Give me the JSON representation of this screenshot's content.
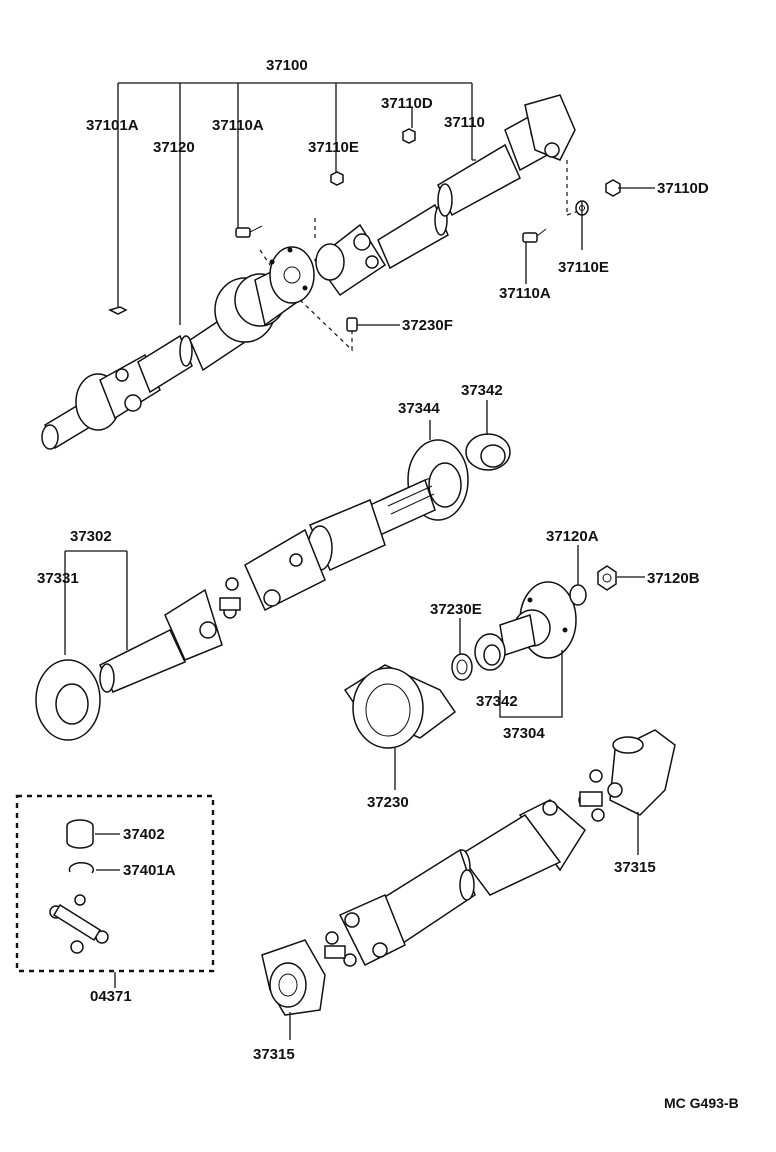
{
  "diagram": {
    "labels": {
      "p37100": "37100",
      "p37101A": "37101A",
      "p37120": "37120",
      "p37110A_top": "37110A",
      "p37110E_top": "37110E",
      "p37110D_top": "37110D",
      "p37110": "37110",
      "p37110D_right": "37110D",
      "p37110E_right": "37110E",
      "p37110A_right": "37110A",
      "p37230F": "37230F",
      "p37344": "37344",
      "p37342_top": "37342",
      "p37302": "37302",
      "p37331": "37331",
      "p37120A": "37120A",
      "p37120B": "37120B",
      "p37230E": "37230E",
      "p37342_mid": "37342",
      "p37304": "37304",
      "p37230": "37230",
      "p37402": "37402",
      "p37401A": "37401A",
      "p04371": "04371",
      "p37315_right": "37315",
      "p37315_bottom": "37315",
      "code": "MC G493-B"
    }
  }
}
